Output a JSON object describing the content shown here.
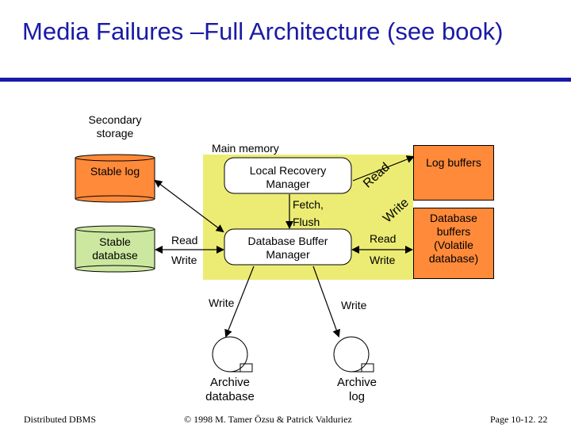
{
  "title": "Media Failures –Full Architecture (see book)",
  "secondary_storage": "Secondary storage",
  "main_memory": "Main memory",
  "stable_log": "Stable log",
  "stable_database": "Stable database",
  "local_recovery_manager": "Local Recovery Manager",
  "database_buffer_manager": "Database Buffer Manager",
  "log_buffers": "Log buffers",
  "database_buffers": "Database buffers (Volatile database)",
  "labels": {
    "read_left": "Read",
    "write_left": "Write",
    "fetch": "Fetch,",
    "flush": "Flush",
    "read_right": "Read",
    "write_right": "Write",
    "read_diag": "Read",
    "write_diag": "Write",
    "write_archive_db": "Write",
    "write_archive_log": "Write"
  },
  "archive_database": "Archive database",
  "archive_log": "Archive log",
  "footer": {
    "left": "Distributed DBMS",
    "center": "© 1998 M. Tamer Özsu & Patrick Valduriez",
    "right": "Page 10-12. 22"
  },
  "colors": {
    "title": "#1a1aa6",
    "main_memory_bg": "#ecec74",
    "buffer_orange": "#ff8a3a",
    "cylinder_green": "#cce8a0"
  }
}
